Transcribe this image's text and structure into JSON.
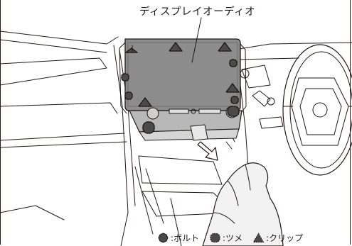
{
  "diagram": {
    "title_label": "ディスプレイオーディオ"
  },
  "legend": {
    "items": [
      {
        "icon": "bolt-icon",
        "label": ":ボルト"
      },
      {
        "icon": "claw-icon",
        "label": ":ツメ"
      },
      {
        "icon": "clip-icon",
        "label": ":クリップ"
      }
    ]
  },
  "colors": {
    "line": "#231815",
    "panel": "#8c8c8c",
    "marker": "#4a4a4a",
    "hand": "#f2f2f2"
  }
}
